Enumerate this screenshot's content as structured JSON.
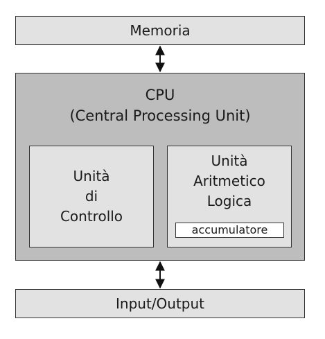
{
  "memory": {
    "label": "Memoria"
  },
  "cpu": {
    "title_line1": "CPU",
    "title_line2": "(Central Processing Unit)",
    "control_unit": {
      "lines": [
        "Unità",
        "di",
        "Controllo"
      ]
    },
    "alu": {
      "lines": [
        "Unità",
        "Aritmetico",
        "Logica"
      ],
      "accumulator": "accumulatore"
    }
  },
  "io": {
    "label": "Input/Output"
  },
  "colors": {
    "outer_box_fill": "#e2e2e2",
    "cpu_fill": "#bdbdbd",
    "inner_box_fill": "#e2e2e2",
    "accumulator_fill": "#ffffff",
    "border": "#333333"
  }
}
